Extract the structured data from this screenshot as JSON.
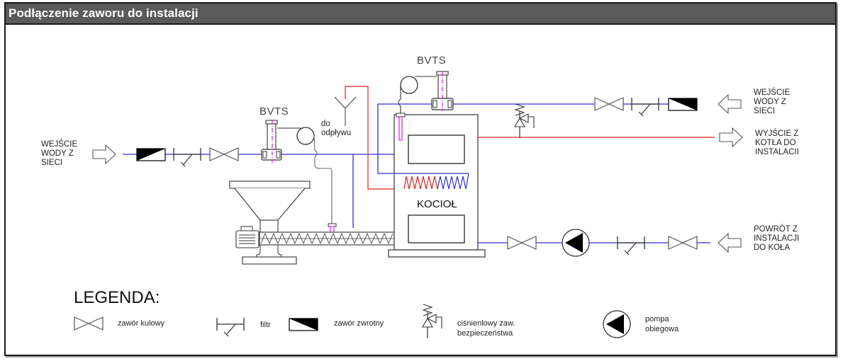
{
  "header": {
    "title": "Podłączenie zaworu do instalacji"
  },
  "diagram": {
    "colors": {
      "cold_pipe": "#2f2fe0",
      "hot_pipe": "#e02020",
      "sensor": "#e000e0",
      "line": "#333333",
      "header_bg": "#5a5a5a"
    },
    "labels": {
      "inlet_left": [
        "WEJŚCIE",
        "WODY Z",
        "SIECI"
      ],
      "inlet_right": [
        "WEJŚCIE",
        "WODY Z",
        "SIECI"
      ],
      "outlet_right": [
        "WYJŚCIE Z",
        "KOTŁA DO",
        "INSTALACII"
      ],
      "return_right": [
        "POWRÓT Z",
        "INSTALACJI",
        "DO KOŁA"
      ],
      "drain": [
        "do",
        "odpływu"
      ],
      "bvts_left": "BVTS",
      "bvts_right": "BVTS",
      "boiler": "KOCIOŁ"
    },
    "icons": {
      "ball_valve": "ball-valve-icon",
      "filter": "filter-icon",
      "check_valve": "check-valve-icon",
      "safety_valve": "safety-valve-icon",
      "pump": "circulation-pump-icon",
      "arrow_in": "hollow-arrow-icon",
      "drain_funnel": "funnel-icon"
    }
  },
  "legend": {
    "title": "LEGENDA:",
    "items": [
      {
        "icon": "ball-valve-icon",
        "label": [
          "zawór kulowy"
        ]
      },
      {
        "icon": "filter-icon",
        "label": [
          "filtr"
        ]
      },
      {
        "icon": "check-valve-icon",
        "label": [
          "zawór zwrotny"
        ]
      },
      {
        "icon": "safety-valve-icon",
        "label": [
          "ciśnienlowy zaw.",
          "bezpieczeństwa"
        ]
      },
      {
        "icon": "pump-icon",
        "label": [
          "pompa",
          "obiegowa"
        ]
      }
    ]
  }
}
